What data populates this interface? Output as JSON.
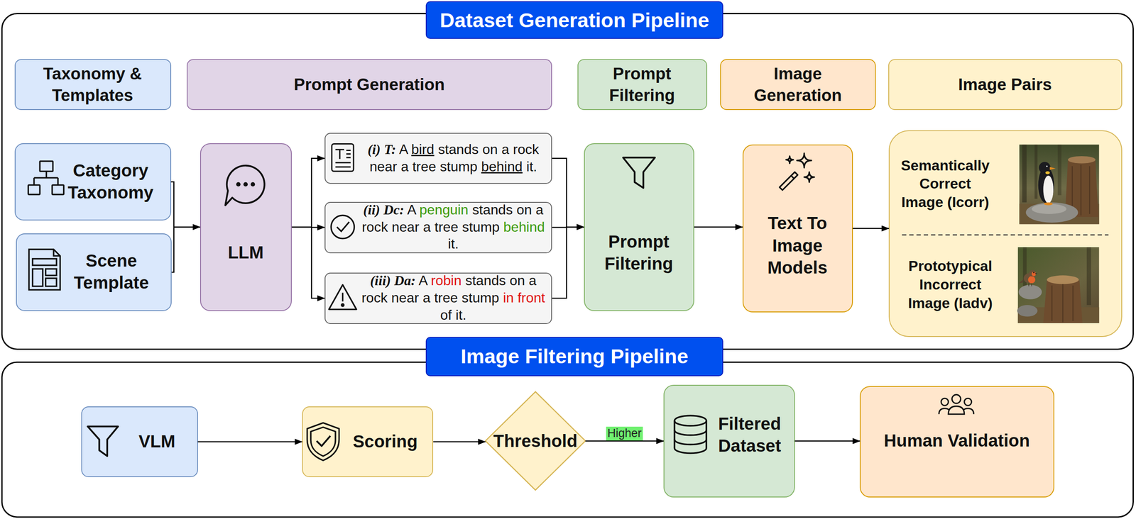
{
  "diagram": {
    "nodes": [
      {
        "text": [
          "Dataset Generation Pipeline"
        ]
      },
      {
        "text": [
          "Taxonomy & Templates"
        ],
        "in": 0
      },
      {
        "text": [
          "Prompt Generation"
        ],
        "in": 0
      },
      {
        "text": [
          "Prompt Filtering"
        ],
        "in": 0
      },
      {
        "text": [
          "Image Generation"
        ],
        "in": 0
      },
      {
        "text": [
          "Image Pairs"
        ],
        "in": 0
      },
      {
        "text": [
          "Category Taxonomy"
        ],
        "in": 0
      },
      {
        "text": [
          "Scene Template"
        ],
        "in": 0
      },
      {
        "text": [
          "LLM"
        ],
        "in": 0
      },
      {
        "text": [
          "(i) T:",
          "A",
          "bird",
          "stands on a rock near a tree stump",
          "behind",
          "it."
        ],
        "in": 0
      },
      {
        "text": [
          "(ii) Dc:",
          "A",
          "penguin",
          "stands on a rock near a tree stump",
          "behind",
          "it."
        ],
        "in": 0
      },
      {
        "text": [
          "(iii) Da:",
          "A",
          "robin",
          "stands on a rock near a tree stump",
          "in front",
          "of it."
        ],
        "in": 0
      },
      {
        "text": [
          "Prompt Filtering"
        ],
        "in": 0
      },
      {
        "text": [
          "Text To Image Models"
        ],
        "in": 0
      },
      {
        "text": [
          "Semantically Correct Image (Icorr)",
          "Prototypical Incorrect Image (Iadv)"
        ],
        "in": 0
      },
      {
        "text": [
          "Image Filtering Pipeline"
        ]
      },
      {
        "text": [
          "VLM"
        ],
        "in": 15
      },
      {
        "text": [
          "Scoring"
        ],
        "in": 15
      },
      {
        "text": [
          "Threshold"
        ],
        "in": 15
      },
      {
        "text": [
          "Filtered Dataset"
        ],
        "in": 15
      },
      {
        "text": [
          "Human Validation"
        ],
        "in": 15
      }
    ],
    "edges": [
      {
        "from": 6,
        "to": 8,
        "arrow": "to"
      },
      {
        "from": 7,
        "to": 8,
        "arrow": "to"
      },
      {
        "from": 8,
        "to": 9,
        "arrow": "to"
      },
      {
        "from": 8,
        "to": 10,
        "arrow": "to"
      },
      {
        "from": 8,
        "to": 11,
        "arrow": "to"
      },
      {
        "from": 9,
        "to": 12,
        "arrow": "to"
      },
      {
        "from": 10,
        "to": 12,
        "arrow": "to"
      },
      {
        "from": 11,
        "to": 12,
        "arrow": "to"
      },
      {
        "from": 12,
        "to": 13,
        "arrow": "to"
      },
      {
        "from": 13,
        "to": 14,
        "arrow": "to"
      },
      {
        "from": 16,
        "to": 17,
        "arrow": "to"
      },
      {
        "from": 17,
        "to": 18,
        "arrow": "to"
      },
      {
        "from": 18,
        "to": 19,
        "label": "Higher",
        "arrow": "to"
      },
      {
        "from": 19,
        "to": 20,
        "arrow": "to"
      }
    ]
  }
}
